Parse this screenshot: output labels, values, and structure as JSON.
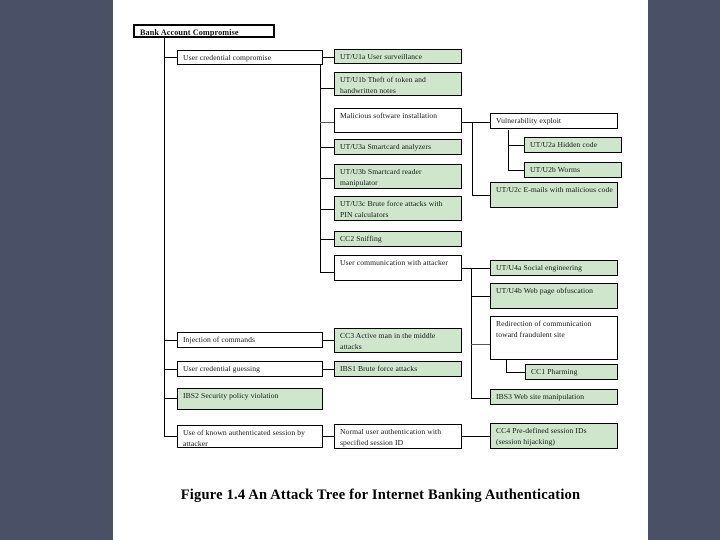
{
  "figure": {
    "caption": "Figure 1.4  An Attack Tree for Internet Banking Authentication",
    "background_color": "#4a5065",
    "slide_color": "#ffffff",
    "leaf_color": "#cfe6cd",
    "border_color": "#000000"
  },
  "tree": {
    "root": {
      "label": "Bank Account Compromise",
      "style": "root"
    },
    "level1": [
      {
        "label": "User credential compromise",
        "style": "plain"
      },
      {
        "label": "Injection of commands",
        "style": "plain"
      },
      {
        "label": "User credential guessing",
        "style": "plain"
      },
      {
        "label": "IBS2 Security policy violation",
        "style": "green"
      },
      {
        "label": "Use of known authenticated session by attacker",
        "style": "plain"
      }
    ],
    "level2": [
      {
        "label": "UT/U1a User surveillance",
        "style": "green"
      },
      {
        "label": "UT/U1b Theft of token and handwritten notes",
        "style": "green"
      },
      {
        "label": "Malicious software installation",
        "style": "plain"
      },
      {
        "label": "UT/U3a Smartcard analyzers",
        "style": "green"
      },
      {
        "label": "UT/U3b Smartcard reader manipulator",
        "style": "green"
      },
      {
        "label": "UT/U3c Brute force attacks with PIN calculators",
        "style": "green"
      },
      {
        "label": "CC2 Sniffing",
        "style": "green"
      },
      {
        "label": "User communication with attacker",
        "style": "plain"
      },
      {
        "label": "CC3 Active man in the middle attacks",
        "style": "green"
      },
      {
        "label": "IBS1 Brute force attacks",
        "style": "green"
      },
      {
        "label": "Normal user authentication with specified session ID",
        "style": "plain"
      }
    ],
    "level3": [
      {
        "label": "Vulnerability exploit",
        "style": "plain"
      },
      {
        "label": "UT/U2a Hidden code",
        "style": "green"
      },
      {
        "label": "UT/U2b Worms",
        "style": "green"
      },
      {
        "label": "UT/U2c E-mails with malicious code",
        "style": "green"
      },
      {
        "label": "UT/U4a Social engineering",
        "style": "green"
      },
      {
        "label": "UT/U4b Web page obfuscation",
        "style": "green"
      },
      {
        "label": "Redirection of communication toward fraudulent site",
        "style": "plain"
      },
      {
        "label": "CC1 Pharming",
        "style": "green"
      },
      {
        "label": "IBS3 Web site manipulation",
        "style": "green"
      },
      {
        "label": "CC4 Pre-defined session IDs (session hijacking)",
        "style": "green"
      }
    ]
  }
}
